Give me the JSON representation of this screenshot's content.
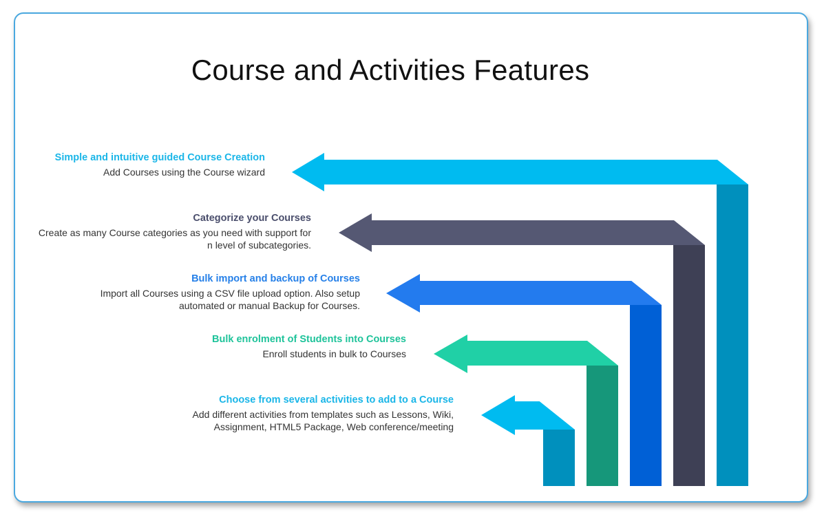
{
  "title": "Course and Activities Features",
  "features": [
    {
      "title": "Simple and intuitive guided Course Creation",
      "description": "Add Courses using the Course wizard",
      "title_color": "#1ab6e8",
      "arrow_color": "#00bbf0",
      "bar_color": "#0090bd"
    },
    {
      "title": "Categorize your Courses",
      "description": "Create as many Course categories as you need with support for n level of subcategories.",
      "title_color": "#4a4e6c",
      "arrow_color": "#555873",
      "bar_color": "#3e4055"
    },
    {
      "title": "Bulk import and backup of Courses",
      "description": "Import all Courses using a CSV file upload option. Also setup automated or manual Backup for Courses.",
      "title_color": "#2680e8",
      "arrow_color": "#237bee",
      "bar_color": "#0060d6"
    },
    {
      "title": "Bulk enrolment of Students into Courses",
      "description": "Enroll students in bulk to Courses",
      "title_color": "#1ec39a",
      "arrow_color": "#20d0a6",
      "bar_color": "#16977a"
    },
    {
      "title": "Choose from several activities to add to a Course",
      "description": "Add different activities from templates such as Lessons, Wiki, Assignment, HTML5 Package, Web conference/meeting",
      "title_color": "#1ab6e8",
      "arrow_color": "#00bbf0",
      "bar_color": "#0090bd"
    }
  ]
}
